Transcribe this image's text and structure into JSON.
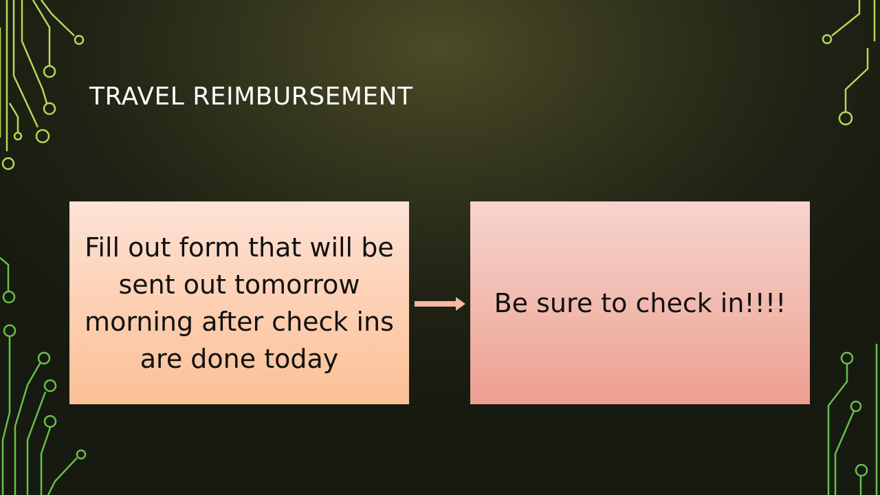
{
  "slide": {
    "title": "TRAVEL REIMBURSEMENT",
    "steps": [
      {
        "text": "Fill out form that will be sent out tomorrow morning after check ins are done today"
      },
      {
        "text": "Be sure to check in!!!!"
      }
    ],
    "connector_icon": "right-arrow-icon"
  },
  "colors": {
    "background": "#1f2214",
    "circuit_lime": "#b5d95a",
    "circuit_green": "#6abf4b",
    "title": "#ffffff",
    "step1_fill": "#fcc095",
    "step2_fill": "#ee9e90"
  }
}
